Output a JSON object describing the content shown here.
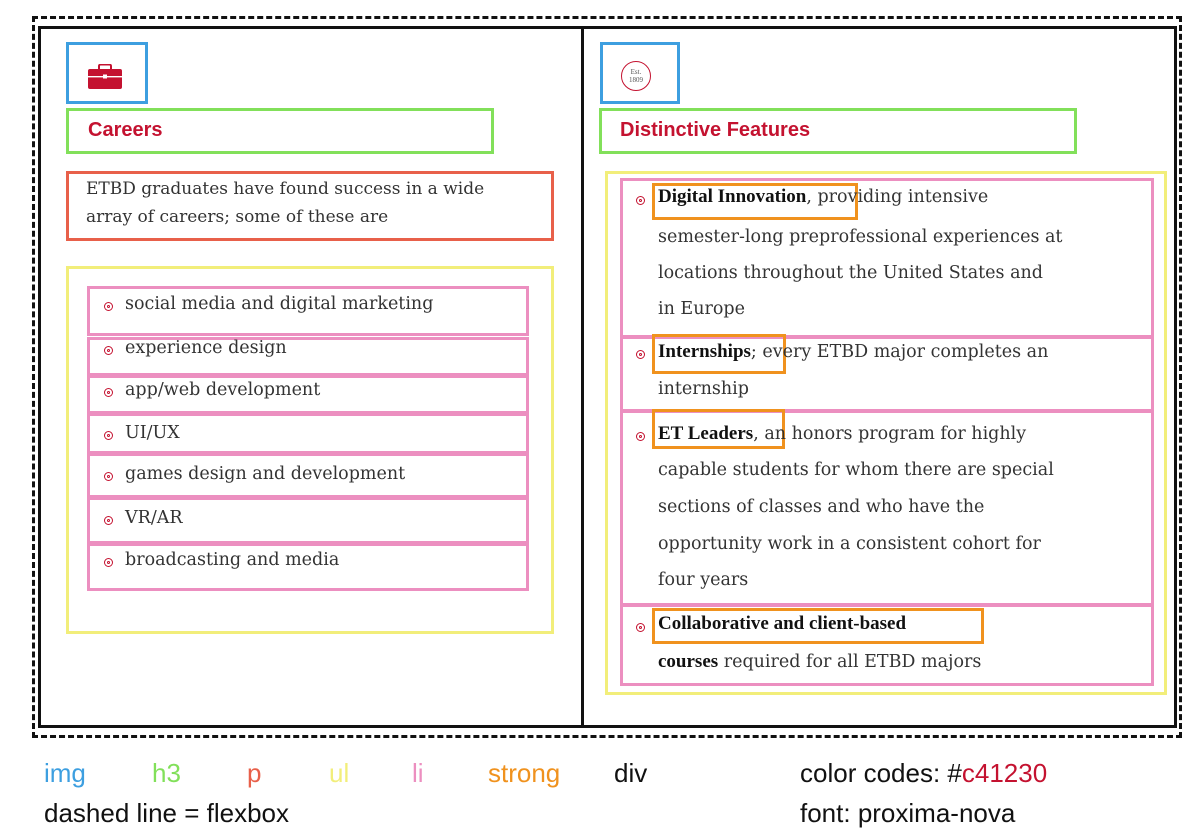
{
  "careers": {
    "seal_placeholder": "",
    "heading": "Careers",
    "intro_line1": "ETBD graduates have found success in a wide",
    "intro_line2": "array of careers; some of these are",
    "items": [
      "social media and digital marketing",
      "experience design",
      "app/web development",
      "UI/UX",
      "games design and development",
      "VR/AR",
      "broadcasting and media"
    ]
  },
  "features": {
    "seal_line1": "Est.",
    "seal_line2": "1809",
    "heading": "Distinctive Features",
    "items": [
      {
        "strong": "Digital Innovation",
        "rest_line1": ", providing intensive",
        "lines": [
          "semester-long preprofessional experiences at",
          "locations throughout the United States and",
          "in Europe"
        ]
      },
      {
        "strong": "Internships",
        "rest_line1": "; every ETBD major completes an",
        "lines": [
          "internship"
        ]
      },
      {
        "strong": "ET Leaders",
        "rest_line1": ", an honors program for highly",
        "lines": [
          "capable students for whom there are special",
          "sections of classes and who have the",
          "opportunity work in a consistent cohort for",
          "four years"
        ]
      },
      {
        "strong": "Collaborative and client-based",
        "rest_line1": "",
        "strong2": "courses",
        "lines2_rest": " required for all ETBD majors"
      }
    ]
  },
  "legend": {
    "img": "img",
    "h3": "h3",
    "p": "p",
    "ul": "ul",
    "li": "li",
    "strong": "strong",
    "div": "div",
    "color_codes_prefix": "color codes: #",
    "color_code": "c41230",
    "flexbox_note": "dashed line = flexbox",
    "font_note": "font: proxima-nova"
  },
  "colors": {
    "img": "#3d9fe0",
    "h3": "#82e05a",
    "p": "#e8604a",
    "ul": "#f2ee7a",
    "li": "#ec8fc0",
    "strong": "#f0921e",
    "div": "#111111",
    "brand": "#c41230"
  }
}
